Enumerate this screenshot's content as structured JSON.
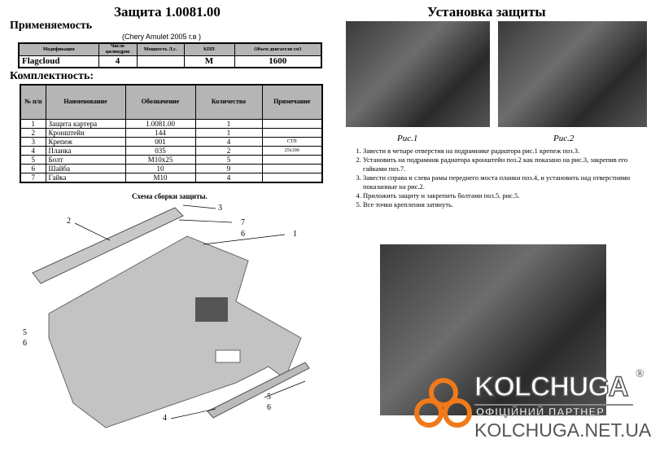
{
  "title": "Защита 1.0081.00",
  "applicability": {
    "heading": "Применяемость",
    "vehicle": "(Chery Amulet 2005 г.в )",
    "headers": [
      "Модификация",
      "Число цилиндров",
      "Мощность Л.с.",
      "КПП",
      "Объем двигатели см3"
    ],
    "row": [
      "Flagcloud",
      "4",
      "",
      "М",
      "1600"
    ]
  },
  "kit": {
    "heading": "Комплектность:",
    "headers": [
      "№ п/п",
      "Наименование",
      "Обозначение",
      "Количество",
      "Примечание"
    ],
    "rows": [
      [
        "1",
        "Защита картера",
        "1.0081.00",
        "1",
        ""
      ],
      [
        "2",
        "Кронштейн",
        "144",
        "1",
        ""
      ],
      [
        "3",
        "Крепеж",
        "001",
        "4",
        "СТП"
      ],
      [
        "4",
        "Планка",
        "035",
        "2",
        "25x100"
      ],
      [
        "5",
        "Болт",
        "M10x25",
        "5",
        ""
      ],
      [
        "6",
        "Шайба",
        "10",
        "9",
        ""
      ],
      [
        "7",
        "Гайка",
        "M10",
        "4",
        ""
      ]
    ]
  },
  "diagram": {
    "title": "Схема сборки защиты.",
    "labels": [
      "2",
      "3",
      "7",
      "6",
      "1",
      "5",
      "6",
      "5",
      "6",
      "4"
    ]
  },
  "install": {
    "heading": "Установка защиты",
    "captions": [
      "Рис.1",
      "Рис.2"
    ],
    "steps": [
      "Завести в четыре  отверстия на подрамнике радиатора рис.1 крепеж поз.3.",
      "Установить на подрамник радиатора кронштейн поз.2 как показано на рис.3, закрепив его гайками поз.7.",
      "Завести справа и слева рамы переднего моста планки поз.4, и установить над отверстиями показанные на рис.2.",
      "Приложить защиту и закрепить болтами поз.5. рис.5.",
      "Все точки крепления затянуть."
    ]
  },
  "logo": {
    "brand": "KOLCHUGA",
    "reg": "®",
    "partner": "ОФІЦІЙНИЙ ПАРТНЕР",
    "site": "KOLCHUGA.NET.UA",
    "color": "#f07a1a"
  }
}
